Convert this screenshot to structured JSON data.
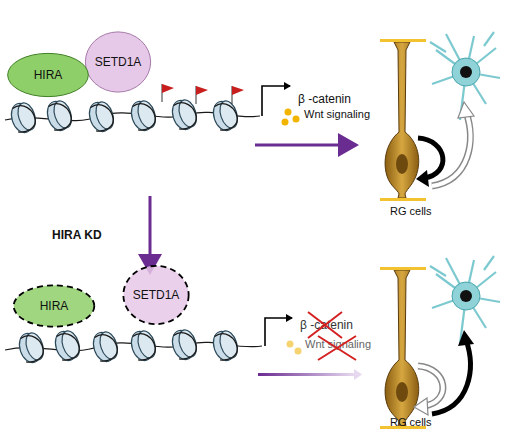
{
  "diagram": {
    "nodes": [
      {
        "text": [
          "HIRA"
        ]
      },
      {
        "text": [
          "SETD1A"
        ]
      },
      {
        "text": [
          "HIRA"
        ]
      },
      {
        "text": [
          "SETD1A"
        ]
      }
    ],
    "labels": [
      "β -catenin",
      "Wnt signaling",
      "RG cells",
      "HIRA KD",
      "β -catenin",
      "Wnt signaling",
      "RG cells"
    ]
  }
}
